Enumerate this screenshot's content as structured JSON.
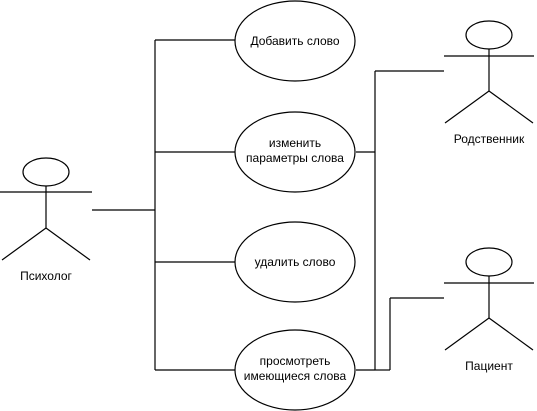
{
  "actors": {
    "psychologist": {
      "label": "Психолог"
    },
    "relative": {
      "label": "Родственник"
    },
    "patient": {
      "label": "Пациент"
    }
  },
  "use_cases": {
    "add_word": {
      "label": "Добавить слово"
    },
    "change_params": {
      "line1": "изменить",
      "line2": "параметры слова"
    },
    "delete_word": {
      "label": "удалить слово"
    },
    "view_words": {
      "line1": "просмотреть",
      "line2": "имеющиеся слова"
    }
  },
  "colors": {
    "stroke": "#000000",
    "fill": "#ffffff"
  }
}
